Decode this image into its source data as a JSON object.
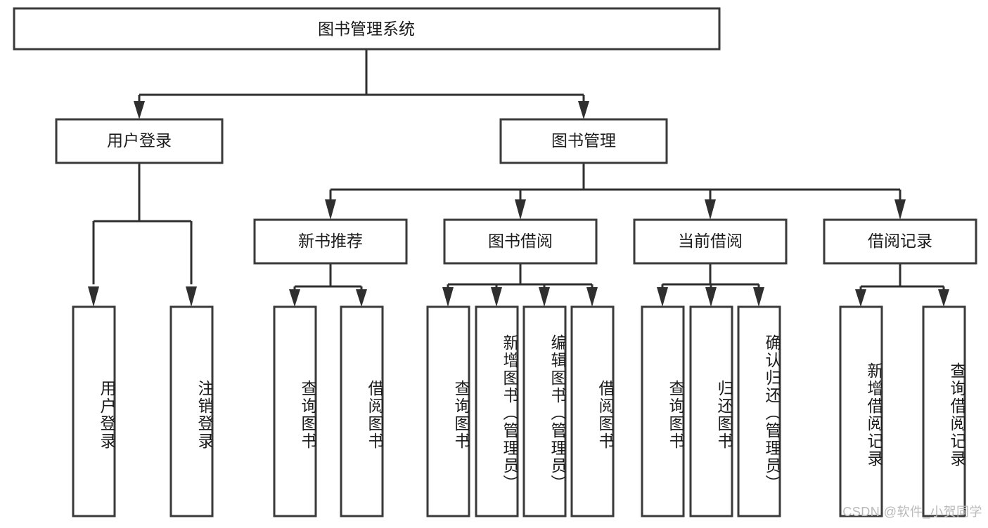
{
  "diagram": {
    "type": "tree-hierarchy-chart",
    "title_node": {
      "label": "图书管理系统"
    },
    "level2": [
      {
        "id": "user-login",
        "label": "用户登录"
      },
      {
        "id": "book-management",
        "label": "图书管理"
      }
    ],
    "level3": [
      {
        "id": "new-book-recommend",
        "label": "新书推荐",
        "parent": "book-management"
      },
      {
        "id": "book-borrow",
        "label": "图书借阅",
        "parent": "book-management"
      },
      {
        "id": "current-borrow",
        "label": "当前借阅",
        "parent": "book-management"
      },
      {
        "id": "borrow-record",
        "label": "借阅记录",
        "parent": "book-management"
      }
    ],
    "leaves": {
      "user-login": [
        {
          "id": "leaf-user-login",
          "label": "用户登录"
        },
        {
          "id": "leaf-logout",
          "label": "注销登录"
        }
      ],
      "new-book-recommend": [
        {
          "id": "leaf-query-book-1",
          "label": "查询图书"
        },
        {
          "id": "leaf-borrow-book-1",
          "label": "借阅图书"
        }
      ],
      "book-borrow": [
        {
          "id": "leaf-query-book-2",
          "label": "查询图书"
        },
        {
          "id": "leaf-add-book",
          "label": "新增图书（管理员）"
        },
        {
          "id": "leaf-edit-book",
          "label": "编辑图书（管理员）"
        },
        {
          "id": "leaf-borrow-book-2",
          "label": "借阅图书"
        }
      ],
      "current-borrow": [
        {
          "id": "leaf-query-book-3",
          "label": "查询图书"
        },
        {
          "id": "leaf-return-book",
          "label": "归还图书"
        },
        {
          "id": "leaf-confirm-return",
          "label": "确认归还（管理员）"
        }
      ],
      "borrow-record": [
        {
          "id": "leaf-add-record",
          "label": "新增借阅记录"
        },
        {
          "id": "leaf-query-record",
          "label": "查询借阅记录"
        }
      ]
    }
  },
  "watermark": {
    "text": "CSDN @软件_小贺同学"
  },
  "colors": {
    "box_stroke": "#3a3a3a",
    "box_fill": "#ffffff",
    "connector": "#2f2f2f",
    "text": "#1b1b1b",
    "watermark": "#b9b9b9",
    "background": "#ffffff"
  }
}
